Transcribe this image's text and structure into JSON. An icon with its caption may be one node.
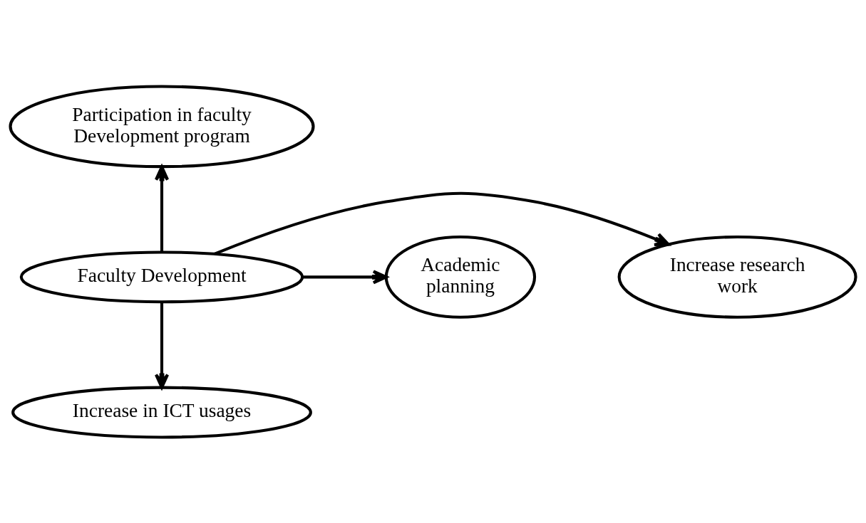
{
  "diagram": {
    "nodes": [
      {
        "text": [
          "Faculty Development"
        ]
      },
      {
        "text": [
          "Participation in faculty Development program"
        ]
      },
      {
        "text": [
          "Academic planning"
        ]
      },
      {
        "text": [
          "Increase research work"
        ]
      },
      {
        "text": [
          "Increase in ICT usages"
        ]
      }
    ],
    "edges": [
      {
        "from": 0,
        "to": 1,
        "arrow": "to"
      },
      {
        "from": 0,
        "to": 2,
        "arrow": "to"
      },
      {
        "from": 0,
        "to": 3,
        "arrow": "to"
      },
      {
        "from": 0,
        "to": 4,
        "arrow": "to"
      }
    ]
  }
}
